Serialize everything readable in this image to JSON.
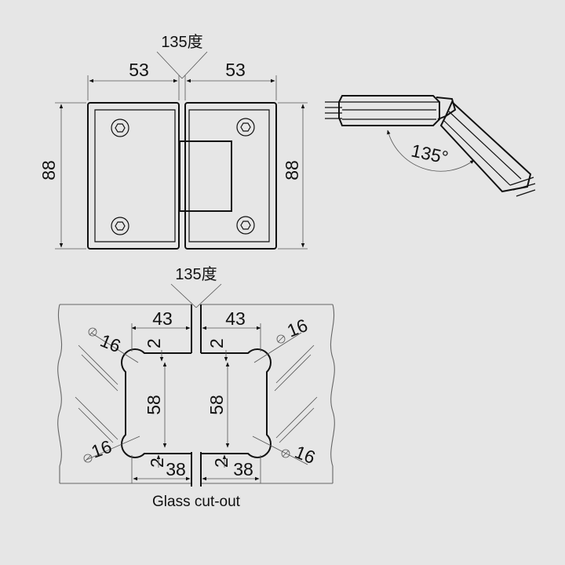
{
  "hinge_front_view": {
    "angle_label": "135度",
    "left_width": "53",
    "right_width": "53",
    "left_height": "88",
    "right_height": "88"
  },
  "hinge_side_view": {
    "angle_label": "135°"
  },
  "glass_cutout": {
    "angle_label": "135度",
    "left_depth": "43",
    "right_depth": "43",
    "top_left_radius": "16",
    "top_right_radius": "16",
    "bottom_left_radius": "16",
    "bottom_right_radius": "16",
    "top_left_step": "2",
    "top_right_step": "2",
    "bottom_left_step": "2",
    "bottom_right_step": "2",
    "left_height": "58",
    "right_height": "58",
    "left_bottom_width": "38",
    "right_bottom_width": "38",
    "caption": "Glass cut-out"
  },
  "colors": {
    "background": "#e6e6e6",
    "line": "#111111"
  }
}
